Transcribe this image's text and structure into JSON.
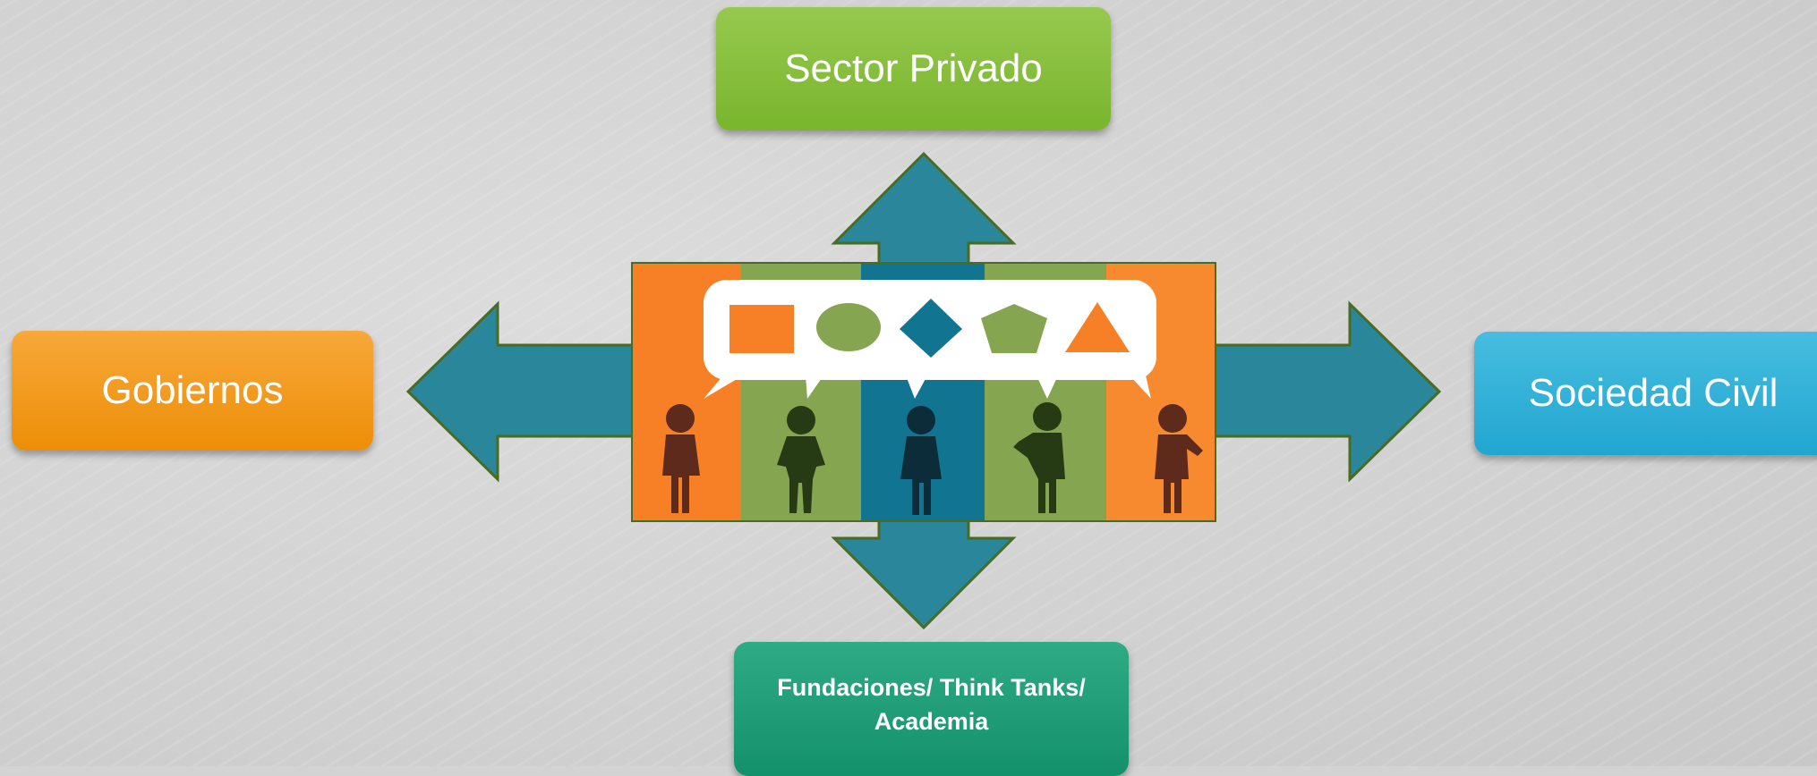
{
  "diagram": {
    "boxes": {
      "sector_privado": "Sector Privado",
      "gobiernos": "Gobiernos",
      "sociedad_civil": "Sociedad Civil",
      "fundaciones_line1": "Fundaciones/ Think Tanks/",
      "fundaciones_line2": "Academia"
    },
    "colors": {
      "arrow_fill": "#2a869b",
      "arrow_stroke": "#4a6b22",
      "sector_privado": "#86bf3d",
      "gobiernos": "#f29a1c",
      "sociedad_civil": "#33b2d9",
      "fundaciones": "#1f9e77",
      "stripe_orange": "#f7892f",
      "stripe_green": "#86a550",
      "stripe_blue": "#117490"
    },
    "illustration": {
      "shapes": [
        "square",
        "circle",
        "diamond",
        "pentagon",
        "triangle"
      ],
      "people_count": 5
    }
  }
}
